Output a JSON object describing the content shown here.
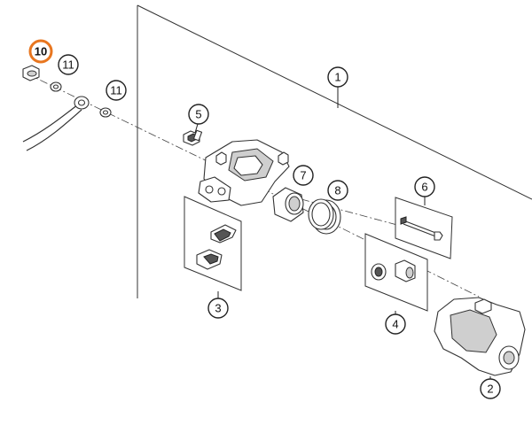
{
  "diagram": {
    "callouts": {
      "c1": "1",
      "c2": "2",
      "c3": "3",
      "c4": "4",
      "c5": "5",
      "c6": "6",
      "c7": "7",
      "c8": "8",
      "c10": "10",
      "c11a": "11",
      "c11b": "11"
    },
    "highlight_color": "#e8761f",
    "highlighted_callout": "10"
  }
}
